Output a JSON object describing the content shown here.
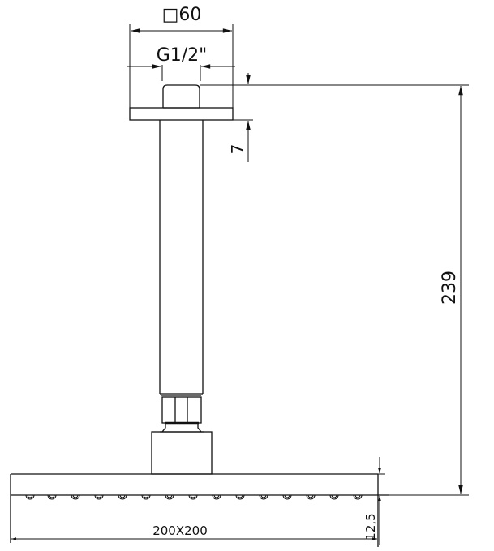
{
  "drawing": {
    "title": "Ceiling-mounted square shower head dimension drawing",
    "line_color": "#111111",
    "background": "#ffffff"
  },
  "dimensions": {
    "flange_size": "□60",
    "thread": "G1/2\"",
    "flange_thickness": "7",
    "total_height": "239",
    "head_size": "200X200",
    "head_thickness": "12,5"
  },
  "components": [
    {
      "name": "ceiling flange",
      "dimension": "□60"
    },
    {
      "name": "threaded nipple",
      "dimension": "G1/2\""
    },
    {
      "name": "ceiling arm"
    },
    {
      "name": "swivel nut"
    },
    {
      "name": "head connector block"
    },
    {
      "name": "square shower head",
      "dimension": "200X200",
      "thickness": "12,5",
      "nozzles": 15
    }
  ]
}
